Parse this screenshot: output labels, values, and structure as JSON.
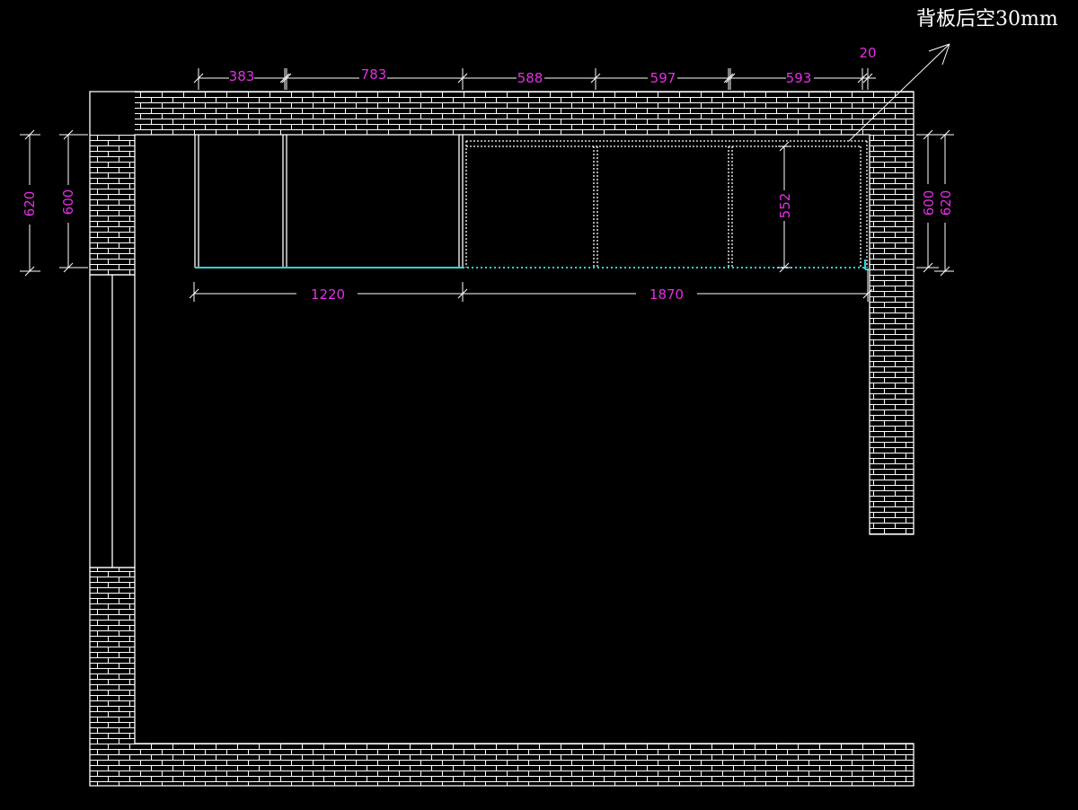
{
  "note": {
    "text": "背板后空30mm"
  },
  "dimensions": {
    "top": [
      "383",
      "783",
      "588",
      "597",
      "593"
    ],
    "top_gap": "20",
    "bottom_run": [
      "1220",
      "1870"
    ],
    "cabinet_height": "552",
    "left_outer": "620",
    "left_inner": "600",
    "right_inner": "600",
    "right_outer": "620"
  },
  "colors": {
    "background": "#000000",
    "lines": "#ffffff",
    "dimension_text": "#e52ee5",
    "counter_edge": "#2fd4d4"
  }
}
